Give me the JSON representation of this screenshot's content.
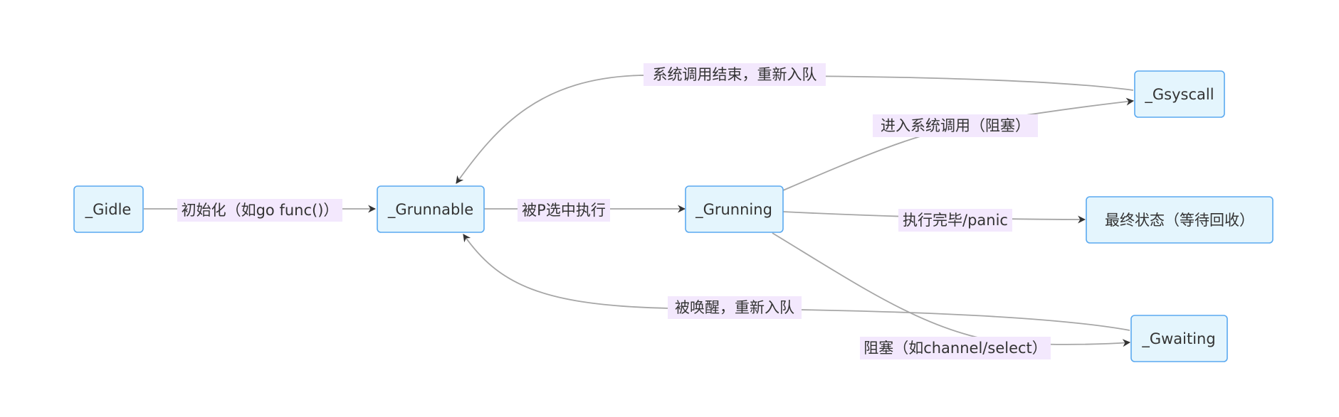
{
  "diagram": {
    "type": "state-flowchart",
    "nodes": {
      "gidle": "_Gidle",
      "grunnable": "_Grunnable",
      "grunning": "_Grunning",
      "gsyscall": "_Gsyscall",
      "final": "最终状态（等待回收）",
      "gwaiting": "_Gwaiting"
    },
    "edges": [
      {
        "from": "_Gidle",
        "to": "_Grunnable",
        "label": "初始化（如go func()）"
      },
      {
        "from": "_Grunnable",
        "to": "_Grunning",
        "label": "被P选中执行"
      },
      {
        "from": "_Grunning",
        "to": "_Gsyscall",
        "label": "进入系统调用（阻塞）"
      },
      {
        "from": "_Grunning",
        "to": "最终状态（等待回收）",
        "label": "执行完毕/panic"
      },
      {
        "from": "_Grunning",
        "to": "_Gwaiting",
        "label": "阻塞（如channel/select）"
      },
      {
        "from": "_Gsyscall",
        "to": "_Grunnable",
        "label": "系统调用结束，重新入队"
      },
      {
        "from": "_Gwaiting",
        "to": "_Grunnable",
        "label": "被唤醒，重新入队"
      }
    ],
    "colors": {
      "node_fill": "#e4f5fd",
      "node_stroke": "#5aa9f0",
      "edge": "#a6a6a6",
      "arrowhead": "#333333",
      "label_bg": "#f3e8fd",
      "text": "#333333"
    }
  }
}
